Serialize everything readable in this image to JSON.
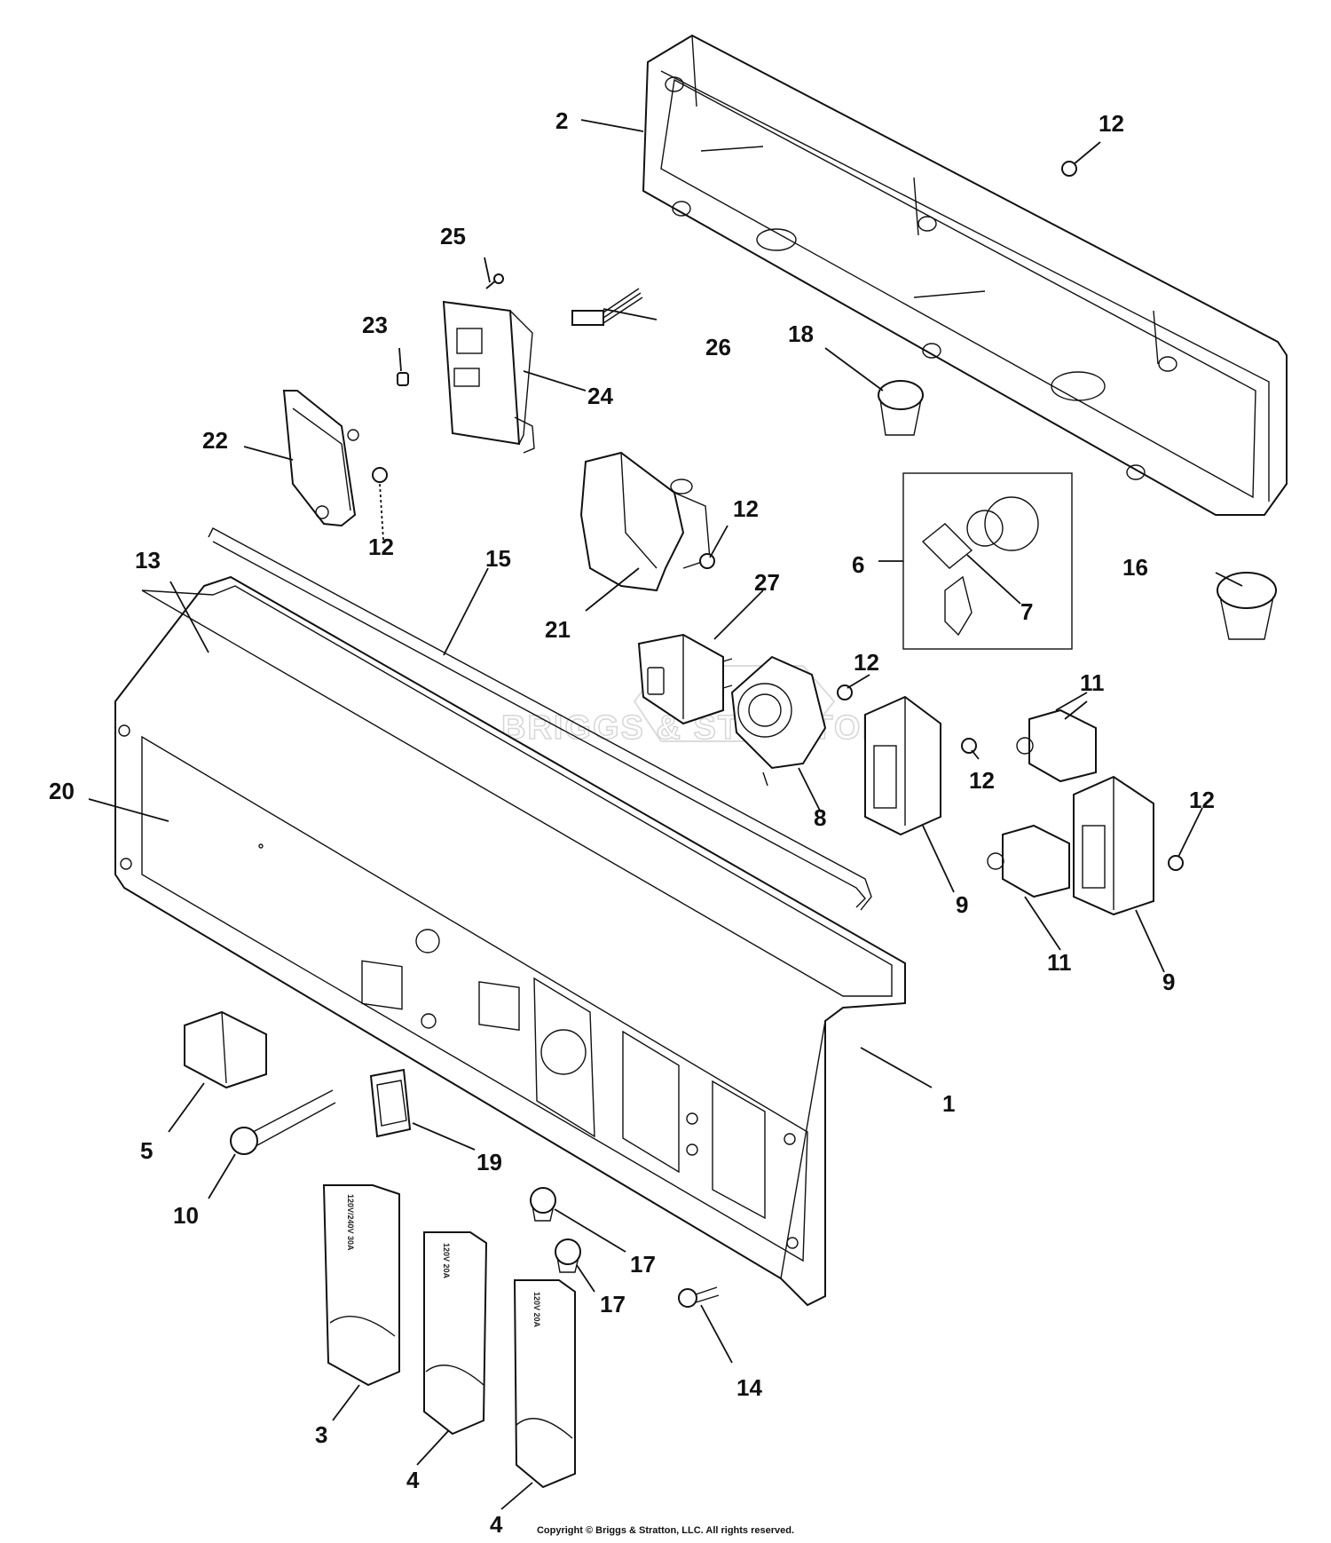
{
  "watermark": "BRIGGS & STRATTON",
  "copyright": "Copyright © Briggs & Stratton, LLC. All rights reserved.",
  "cover_texts": {
    "cover_3": "120V/240V 30A",
    "cover_4a": "120V 20A",
    "cover_4b": "120V 20A"
  },
  "callouts": {
    "c1": "1",
    "c2": "2",
    "c3": "3",
    "c4a": "4",
    "c4b": "4",
    "c5": "5",
    "c6": "6",
    "c7": "7",
    "c8": "8",
    "c9a": "9",
    "c9b": "9",
    "c10": "10",
    "c11a": "11",
    "c11b": "11",
    "c12a": "12",
    "c12b": "12",
    "c12c": "12",
    "c12d": "12",
    "c12e": "12",
    "c12f": "12",
    "c13": "13",
    "c14": "14",
    "c15": "15",
    "c16": "16",
    "c17a": "17",
    "c17b": "17",
    "c18": "18",
    "c19": "19",
    "c20": "20",
    "c21": "21",
    "c22": "22",
    "c23": "23",
    "c24": "24",
    "c25": "25",
    "c26": "26",
    "c27": "27"
  }
}
